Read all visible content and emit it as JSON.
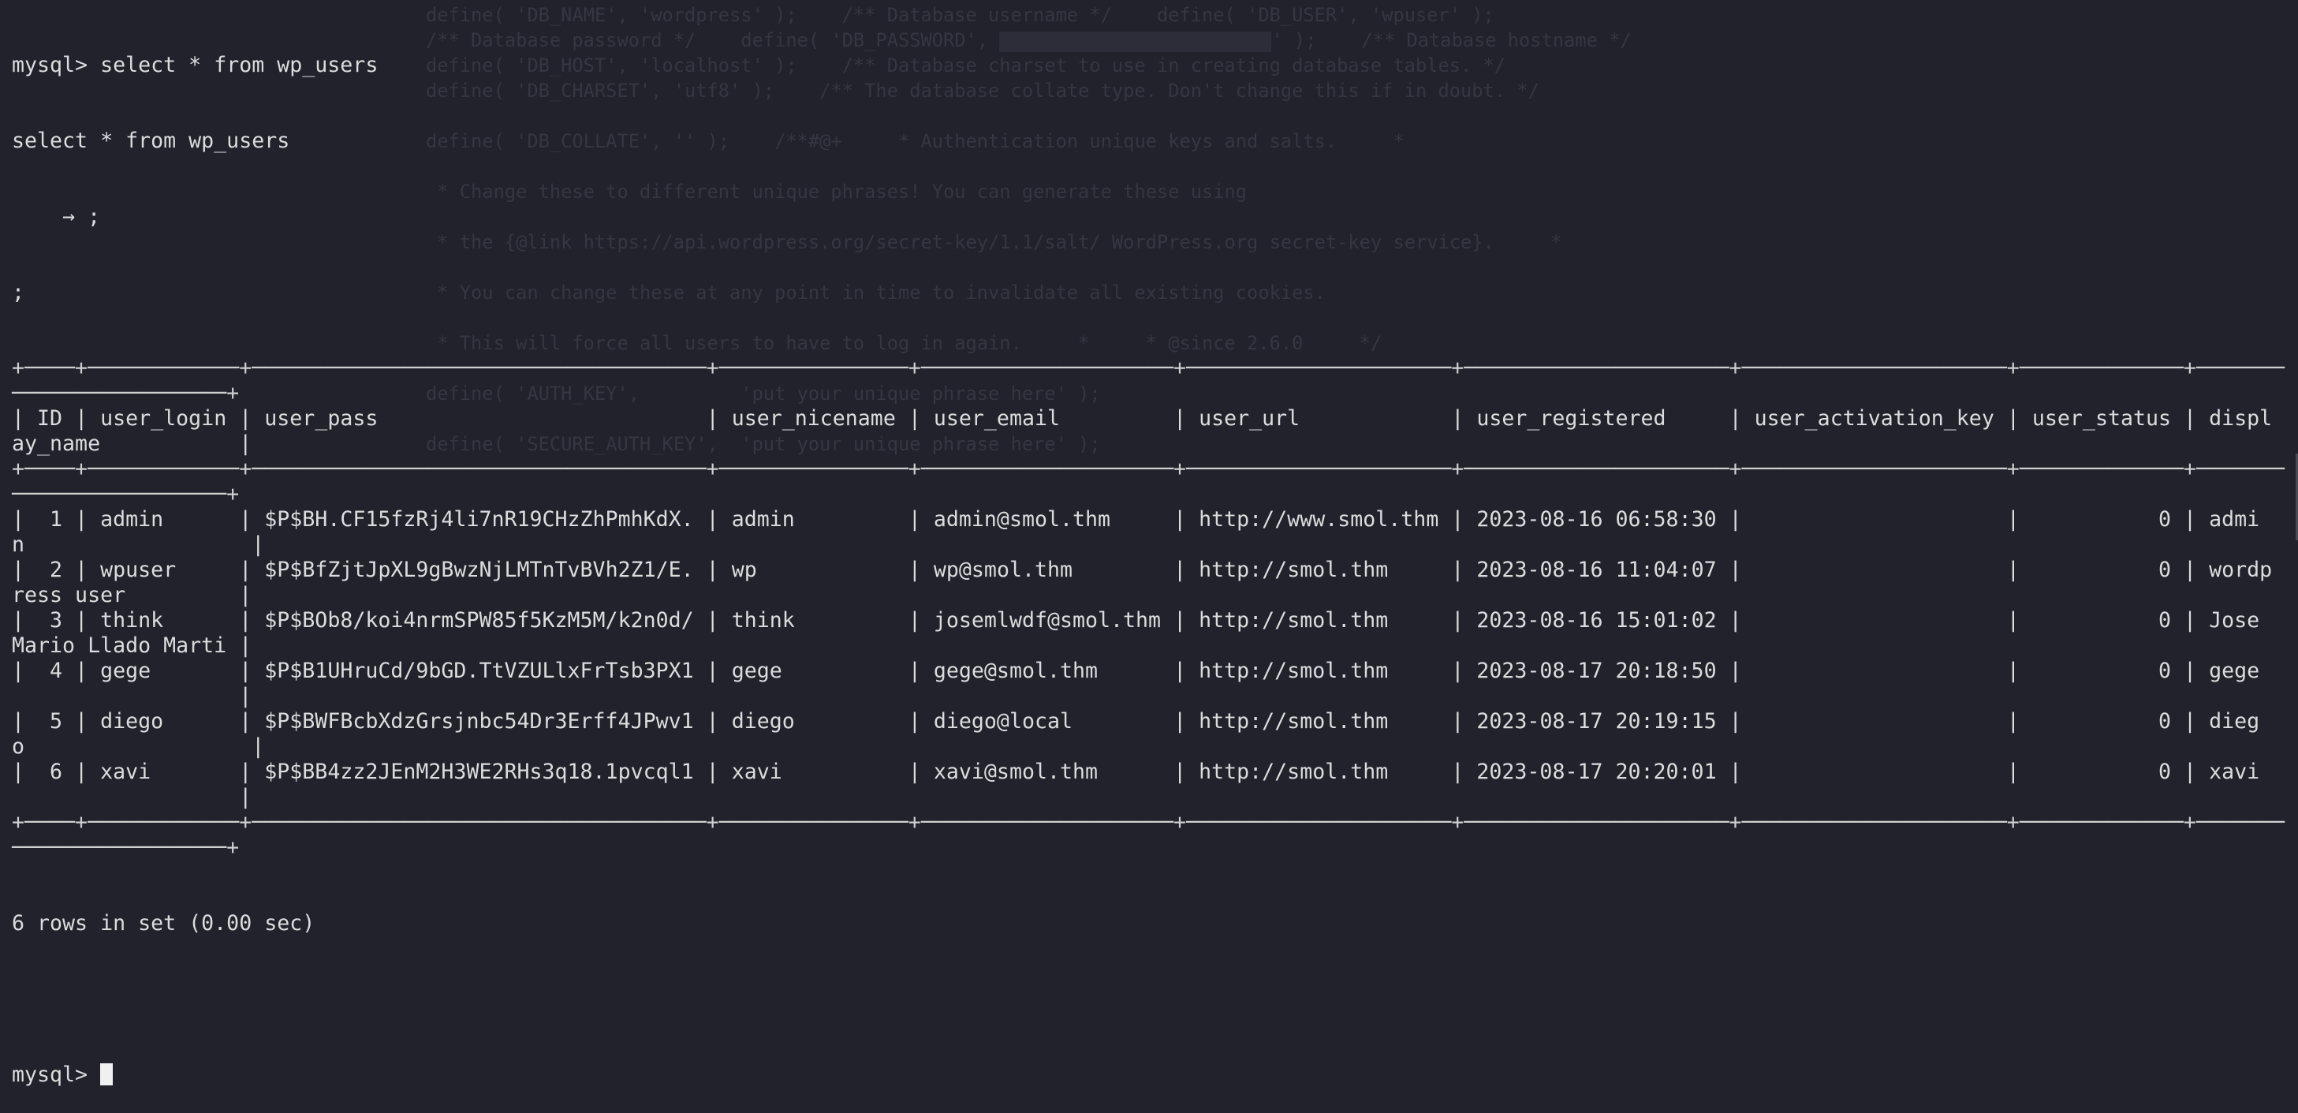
{
  "colors": {
    "background": "#21222c",
    "text": "#dcdcdc",
    "ghost_text": "#353641"
  },
  "terminal": {
    "prompt": "mysql>",
    "command_line": "select * from wp_users",
    "echo_line": "select * from wp_users",
    "continuation": "    → ;",
    "semicolon": ";",
    "result_summary": "6 rows in set (0.00 sec)",
    "final_prompt": "mysql>"
  },
  "table": {
    "columns": [
      "ID",
      "user_login",
      "user_pass",
      "user_nicename",
      "user_email",
      "user_url",
      "user_registered",
      "user_activation_key",
      "user_status",
      "display_name"
    ],
    "right_aligned": [
      0,
      8
    ],
    "rows": [
      [
        "1",
        "admin",
        "$P$BH.CF15fzRj4li7nR19CHzZhPmhKdX.",
        "admin",
        "admin@smol.thm",
        "http://www.smol.thm",
        "2023-08-16 06:58:30",
        "",
        "0",
        "admin"
      ],
      [
        "2",
        "wpuser",
        "$P$BfZjtJpXL9gBwzNjLMTnTvBVh2Z1/E.",
        "wp",
        "wp@smol.thm",
        "http://smol.thm",
        "2023-08-16 11:04:07",
        "",
        "0",
        "wordpress user"
      ],
      [
        "3",
        "think",
        "$P$BOb8/koi4nrmSPW85f5KzM5M/k2n0d/",
        "think",
        "josemlwdf@smol.thm",
        "http://smol.thm",
        "2023-08-16 15:01:02",
        "",
        "0",
        "Jose Mario Llado Marti"
      ],
      [
        "4",
        "gege",
        "$P$B1UHruCd/9bGD.TtVZULlxFrTsb3PX1",
        "gege",
        "gege@smol.thm",
        "http://smol.thm",
        "2023-08-17 20:18:50",
        "",
        "0",
        "gege"
      ],
      [
        "5",
        "diego",
        "$P$BWFBcbXdzGrsjnbc54Dr3Erff4JPwv1",
        "diego",
        "diego@local",
        "http://smol.thm",
        "2023-08-17 20:19:15",
        "",
        "0",
        "diego"
      ],
      [
        "6",
        "xavi",
        "$P$BB4zz2JEnM2H3WE2RHs3q18.1pvcql1",
        "xavi",
        "xavi@smol.thm",
        "http://smol.thm",
        "2023-08-17 20:20:01",
        "",
        "0",
        "xavi"
      ]
    ]
  },
  "background_window": {
    "lines": [
      "define( 'DB_NAME', 'wordpress' );",
      "",
      "/** Database username */",
      "define( 'DB_USER', 'wpuser' );",
      "",
      "/** Database password */",
      "define( 'DB_PASSWORD', ",
      "",
      "/** Database hostname */",
      "define( 'DB_HOST', 'localhost' );",
      "",
      "/** Database charset to use in creating database tables. */",
      "define( 'DB_CHARSET', 'utf8' );",
      "",
      "/** The database collate type. Don't change this if in doubt. */",
      "define( 'DB_COLLATE', '' );",
      "",
      "/**#@+",
      " * Authentication unique keys and salts.",
      " *",
      " * Change these to different unique phrases! You can generate these using",
      " * the {@link https://api.wordpress.org/secret-key/1.1/salt/ WordPress.org secret-key service}.",
      " *",
      " * You can change these at any point in time to invalidate all existing cookies.",
      " * This will force all users to have to log in again.",
      " *",
      " * @since 2.6.0",
      " */",
      "define( 'AUTH_KEY',         'put your unique phrase here' );",
      "define( 'SECURE_AUTH_KEY',  'put your unique phrase here' );"
    ],
    "password_suffix": "' );"
  }
}
